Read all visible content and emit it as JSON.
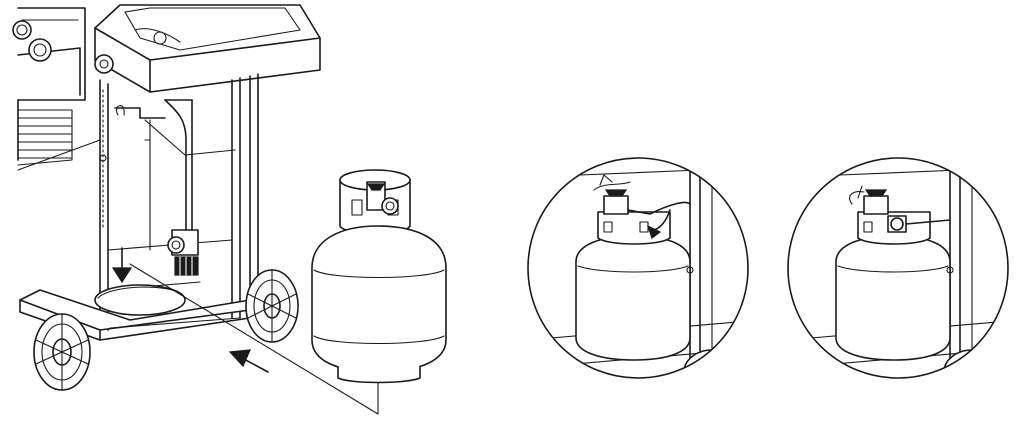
{
  "figure": {
    "kind": "installation-illustration",
    "panels": [
      {
        "id": "overview",
        "subject": "grill-cart-with-propane-tank"
      },
      {
        "id": "detail-1",
        "subject": "hose-disconnected-near-tank-valve"
      },
      {
        "id": "detail-2",
        "subject": "hose-connected-to-tank-valve"
      }
    ],
    "line_color": "#1a1a1a",
    "background_color": "#ffffff",
    "icons": [
      "down-arrow-icon",
      "insert-arrow-icon",
      "return-arrow-icon"
    ]
  }
}
